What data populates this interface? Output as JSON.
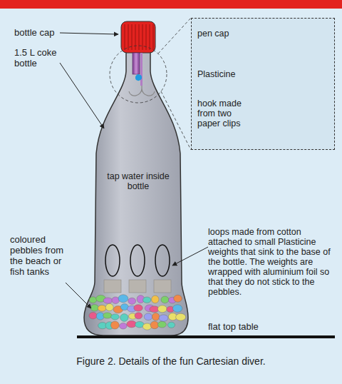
{
  "diagram": {
    "caption": "Figure 2. Details of the fun Cartesian diver.",
    "nodes": [
      {
        "text": [
          "tap water inside bottle"
        ]
      },
      {
        "text": [
          "pen cap",
          "Plasticine",
          "hook made from two paper clips"
        ]
      }
    ],
    "labels": [
      "bottle cap",
      "1.5 L coke bottle",
      "coloured pebbles from the beach or fish tanks",
      "loops made from cotton attached to small Plasticine weights that sink to the base of the bottle. The weights are wrapped with aluminium foil so that they do not stick to the pebbles.",
      "flat top table"
    ]
  }
}
